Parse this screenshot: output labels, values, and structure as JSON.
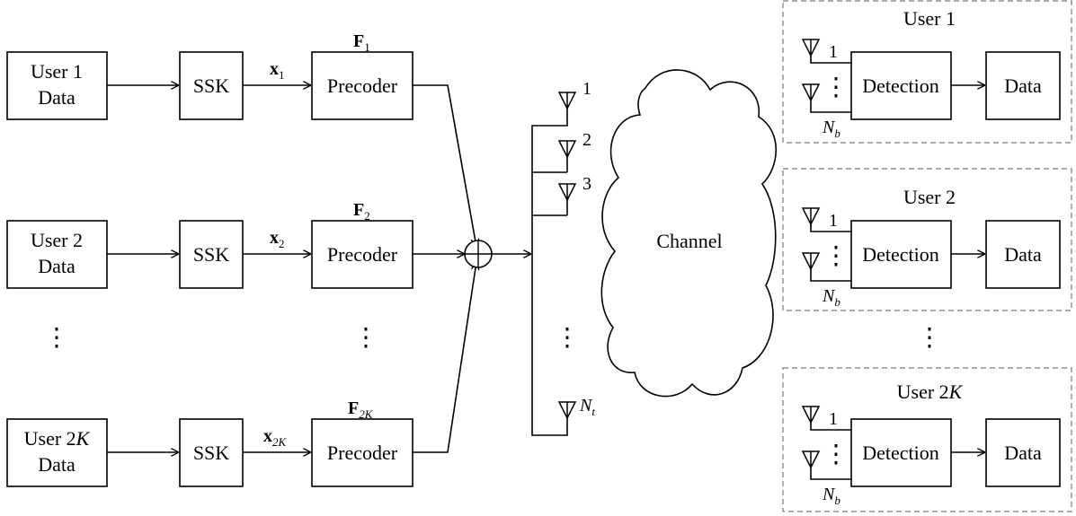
{
  "users": [
    {
      "name": "User 1",
      "data": "Data"
    },
    {
      "name": "User 2",
      "data": "Data"
    },
    {
      "name": "User 2",
      "name_var": "K",
      "data": "Data"
    }
  ],
  "modulator": "SSK",
  "precoder": "Precoder",
  "signals": {
    "x1": {
      "base": "x",
      "sub": "1"
    },
    "x2": {
      "base": "x",
      "sub": "2"
    },
    "x2k": {
      "base": "x",
      "sub": "2K"
    }
  },
  "precoder_matrices": {
    "f1": {
      "base": "F",
      "sub": "1"
    },
    "f2": {
      "base": "F",
      "sub": "2"
    },
    "f2k": {
      "base": "F",
      "sub": "2K"
    }
  },
  "tx_antennas": {
    "a1": "1",
    "a2": "2",
    "a3": "3",
    "an_base": "N",
    "an_sub": "t"
  },
  "channel": "Channel",
  "receivers": [
    {
      "title": "User 1"
    },
    {
      "title": "User 2"
    },
    {
      "title_base": "User 2",
      "title_var": "K"
    }
  ],
  "rx": {
    "antenna_first": "1",
    "antenna_last_base": "N",
    "antenna_last_sub": "b",
    "detection": "Detection",
    "data": "Data"
  },
  "ellipsis": "⋮"
}
